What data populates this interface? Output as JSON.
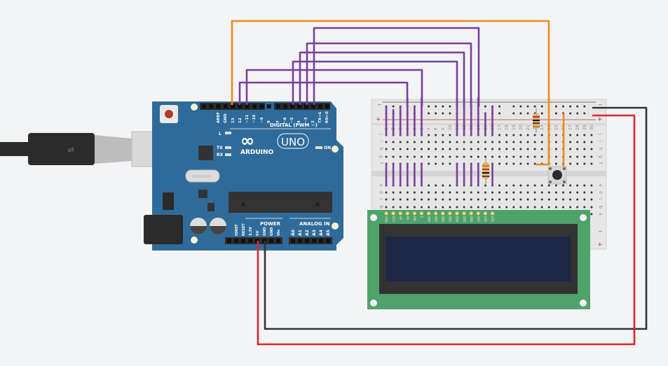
{
  "colors": {
    "canvas": "#f3f4f6",
    "arduino": "#2f6b9a",
    "breadboard": "#e6e6e6",
    "lcd_board": "#4fa36a",
    "lcd_screen": "#1d2847",
    "wire_data": "#7b3f9e",
    "wire_button": "#ef8a17",
    "wire_power": "#e0242b",
    "wire_ground": "#333333"
  },
  "arduino": {
    "brand": "ARDUINO",
    "model": "UNO",
    "logo": "∞",
    "digital_header_label": "DIGITAL (PWM ~)",
    "digital_pins": [
      "AREF",
      "GND",
      "13",
      "12",
      "~11",
      "~10",
      "~9",
      "8",
      "7",
      "~6",
      "~5",
      "4",
      "~3",
      "2",
      "TX→1",
      "RX←0"
    ],
    "led_labels": [
      "L",
      "TX",
      "RX"
    ],
    "on_label": "ON",
    "crystal": "SPK16.000",
    "power_label": "POWER",
    "analog_label": "ANALOG IN",
    "power_pins": [
      "IOREF",
      "RESET",
      "3.3V",
      "5V",
      "GND",
      "GND",
      "Vin"
    ],
    "analog_pins": [
      "A0",
      "A1",
      "A2",
      "A3",
      "A4",
      "A5"
    ]
  },
  "breadboard": {
    "columns": [
      "1",
      "2",
      "3",
      "4",
      "5",
      "6",
      "7",
      "8",
      "9",
      "10",
      "11",
      "12",
      "13",
      "14",
      "15",
      "16",
      "17",
      "18",
      "19",
      "20",
      "21",
      "22",
      "23",
      "24",
      "25",
      "26",
      "27",
      "28",
      "29",
      "30"
    ],
    "rows_top": [
      "j",
      "i",
      "h",
      "g",
      "f"
    ],
    "rows_bottom": [
      "e",
      "d",
      "c",
      "b",
      "a"
    ],
    "rail_minus": "−",
    "rail_plus": "+"
  },
  "lcd": {
    "pins": [
      "GND",
      "VCC",
      "V0",
      "RS",
      "RW",
      "E",
      "DB0",
      "DB1",
      "DB2",
      "DB3",
      "DB4",
      "DB5",
      "DB6",
      "DB7",
      "LED",
      "LED"
    ]
  }
}
